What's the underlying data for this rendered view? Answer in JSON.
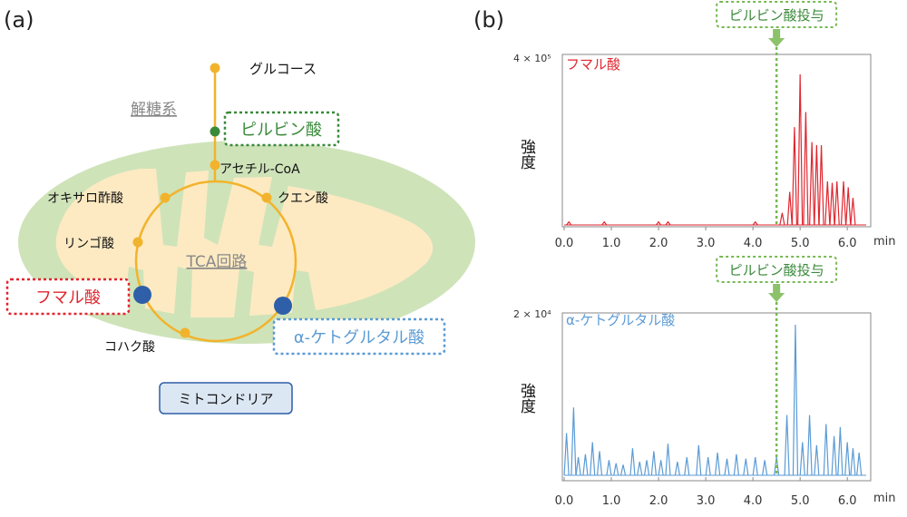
{
  "panel_a": {
    "label": "(a)",
    "glycolysis": "解糖系",
    "glucose": "グルコース",
    "pyruvate_box": "ピルビン酸",
    "acetyl_coa": "アセチル-CoA",
    "oxaloacetate": "オキサロ酢酸",
    "citrate": "クエン酸",
    "malate": "リンゴ酸",
    "tca_cycle": "TCA回路",
    "fumarate_box": "フマル酸",
    "akg_box": "α-ケトグルタル酸",
    "succinate": "コハク酸",
    "mitochondria": "ミトコンドリア",
    "colors": {
      "membrane": "#cfe3b9",
      "matrix": "#fdeac2",
      "pathway": "#f2b32c",
      "pyruvate": "#3a8a3a",
      "fumarate": "#e0262f",
      "akg": "#5b9bd5",
      "marker_blue": "#2e5fa8"
    }
  },
  "panel_b": {
    "label": "(b)",
    "chart_data": [
      {
        "type": "line",
        "title": "フマル酸",
        "ylabel": "強度",
        "xlabel": "min",
        "ymax_label": "4 × 10⁵",
        "xlim": [
          0,
          6.4
        ],
        "ylim": [
          0,
          1
        ],
        "xticks": [
          "0.0",
          "1.0",
          "2.0",
          "3.0",
          "4.0",
          "5.0",
          "6.0"
        ],
        "annotation": "ピルビン酸投与",
        "annotation_x": 4.5,
        "color": "#e0262f",
        "peaks": [
          {
            "x": 0.1,
            "y": 0.02
          },
          {
            "x": 0.85,
            "y": 0.02
          },
          {
            "x": 2.0,
            "y": 0.02
          },
          {
            "x": 2.2,
            "y": 0.02
          },
          {
            "x": 4.05,
            "y": 0.02
          },
          {
            "x": 4.62,
            "y": 0.08
          },
          {
            "x": 4.78,
            "y": 0.22
          },
          {
            "x": 4.88,
            "y": 0.65
          },
          {
            "x": 5.0,
            "y": 1.0
          },
          {
            "x": 5.12,
            "y": 0.75
          },
          {
            "x": 5.25,
            "y": 0.55
          },
          {
            "x": 5.35,
            "y": 0.53
          },
          {
            "x": 5.45,
            "y": 0.53
          },
          {
            "x": 5.58,
            "y": 0.29
          },
          {
            "x": 5.68,
            "y": 0.28
          },
          {
            "x": 5.78,
            "y": 0.29
          },
          {
            "x": 5.92,
            "y": 0.29
          },
          {
            "x": 6.02,
            "y": 0.25
          },
          {
            "x": 6.12,
            "y": 0.18
          }
        ]
      },
      {
        "type": "line",
        "title": "α-ケトグルタル酸",
        "ylabel": "強度",
        "xlabel": "min",
        "ymax_label": "2 × 10⁴",
        "xlim": [
          0,
          6.4
        ],
        "ylim": [
          0,
          1
        ],
        "xticks": [
          "0.0",
          "1.0",
          "2.0",
          "3.0",
          "4.0",
          "5.0",
          "6.0"
        ],
        "annotation": "ピルビン酸投与",
        "annotation_x": 4.5,
        "color": "#5b9bd5",
        "peaks": [
          {
            "x": 0.05,
            "y": 0.28
          },
          {
            "x": 0.2,
            "y": 0.45
          },
          {
            "x": 0.3,
            "y": 0.12
          },
          {
            "x": 0.45,
            "y": 0.14
          },
          {
            "x": 0.6,
            "y": 0.22
          },
          {
            "x": 0.75,
            "y": 0.16
          },
          {
            "x": 0.95,
            "y": 0.1
          },
          {
            "x": 1.1,
            "y": 0.08
          },
          {
            "x": 1.25,
            "y": 0.07
          },
          {
            "x": 1.45,
            "y": 0.18
          },
          {
            "x": 1.6,
            "y": 0.09
          },
          {
            "x": 1.75,
            "y": 0.1
          },
          {
            "x": 1.9,
            "y": 0.16
          },
          {
            "x": 2.05,
            "y": 0.1
          },
          {
            "x": 2.2,
            "y": 0.21
          },
          {
            "x": 2.4,
            "y": 0.09
          },
          {
            "x": 2.6,
            "y": 0.12
          },
          {
            "x": 2.85,
            "y": 0.2
          },
          {
            "x": 3.05,
            "y": 0.12
          },
          {
            "x": 3.25,
            "y": 0.15
          },
          {
            "x": 3.45,
            "y": 0.11
          },
          {
            "x": 3.65,
            "y": 0.14
          },
          {
            "x": 3.85,
            "y": 0.11
          },
          {
            "x": 4.05,
            "y": 0.12
          },
          {
            "x": 4.25,
            "y": 0.1
          },
          {
            "x": 4.5,
            "y": 0.12
          },
          {
            "x": 4.72,
            "y": 0.4
          },
          {
            "x": 4.9,
            "y": 1.0
          },
          {
            "x": 5.05,
            "y": 0.22
          },
          {
            "x": 5.2,
            "y": 0.4
          },
          {
            "x": 5.35,
            "y": 0.2
          },
          {
            "x": 5.55,
            "y": 0.34
          },
          {
            "x": 5.72,
            "y": 0.26
          },
          {
            "x": 5.85,
            "y": 0.32
          },
          {
            "x": 6.0,
            "y": 0.22
          },
          {
            "x": 6.12,
            "y": 0.18
          },
          {
            "x": 6.25,
            "y": 0.15
          }
        ]
      }
    ]
  }
}
